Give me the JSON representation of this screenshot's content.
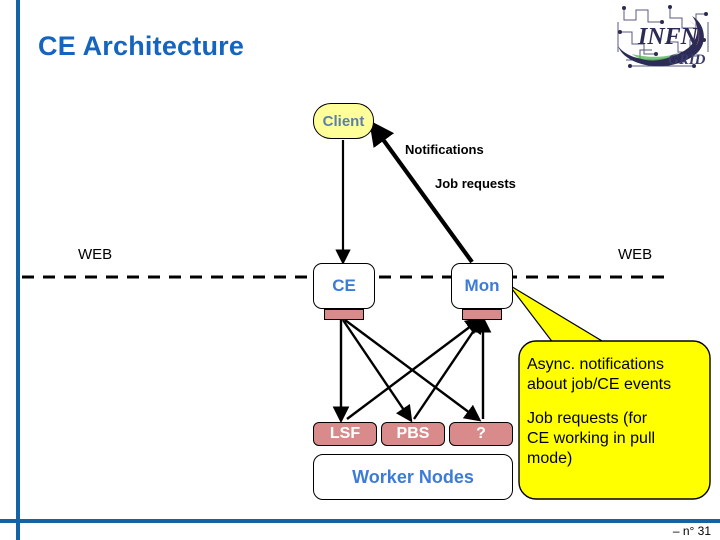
{
  "slide": {
    "title": "CE Architecture",
    "page_number": "–  n° 31",
    "accent_color": "#1464a5",
    "title_color": "#1565c0"
  },
  "logo": {
    "name": "infn-grid-logo",
    "primary_text": "INFN",
    "secondary_text": "GRID",
    "color": "#2b2b55"
  },
  "diagram": {
    "boundary_label_left": "WEB",
    "boundary_label_right": "WEB",
    "edge_labels": {
      "notifications": "Notifications",
      "job_requests": "Job requests"
    },
    "nodes": {
      "client": "Client",
      "ce": "CE",
      "mon": "Mon",
      "lsf": "LSF",
      "pbs": "PBS",
      "unknown": "?",
      "worker_nodes": "Worker Nodes"
    },
    "colors": {
      "client_fill": "#ffff99",
      "host_fill": "#ffffff",
      "batch_fill": "#d98b8b",
      "callout_fill": "#ffff00",
      "host_text": "#3d7bd8",
      "client_text": "#5a7fae"
    }
  },
  "callout": {
    "line1": "Async. notifications",
    "line2": "about job/CE events",
    "line3": "Job requests (for",
    "line4": "CE working in pull",
    "line5": "mode)"
  }
}
